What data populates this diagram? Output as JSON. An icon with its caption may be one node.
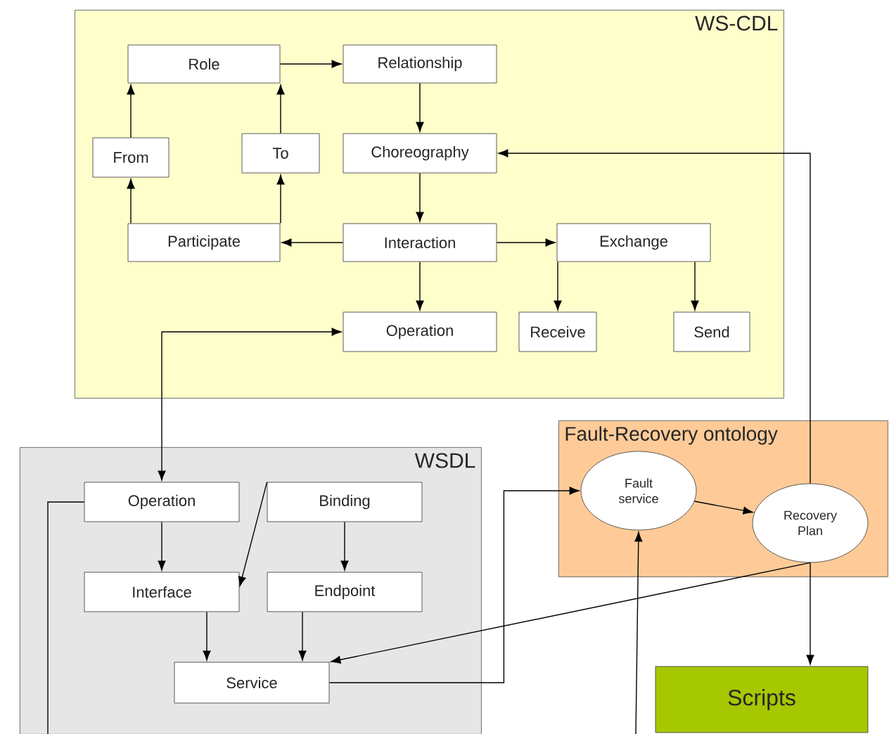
{
  "diagram": {
    "nodes": [
      {
        "text": [
          "WS-CDL"
        ]
      },
      {
        "text": [
          "Role"
        ],
        "in": 0
      },
      {
        "text": [
          "Relationship"
        ],
        "in": 0
      },
      {
        "text": [
          "From"
        ],
        "in": 0
      },
      {
        "text": [
          "To"
        ],
        "in": 0
      },
      {
        "text": [
          "Choreography"
        ],
        "in": 0
      },
      {
        "text": [
          "Participate"
        ],
        "in": 0
      },
      {
        "text": [
          "Interaction"
        ],
        "in": 0
      },
      {
        "text": [
          "Exchange"
        ],
        "in": 0
      },
      {
        "text": [
          "Operation"
        ],
        "in": 0
      },
      {
        "text": [
          "Receive"
        ],
        "in": 0
      },
      {
        "text": [
          "Send"
        ],
        "in": 0
      },
      {
        "text": [
          "WSDL"
        ]
      },
      {
        "text": [
          "Operation"
        ],
        "in": 12
      },
      {
        "text": [
          "Binding"
        ],
        "in": 12
      },
      {
        "text": [
          "Interface"
        ],
        "in": 12
      },
      {
        "text": [
          "Endpoint"
        ],
        "in": 12
      },
      {
        "text": [
          "Service"
        ],
        "in": 12
      },
      {
        "text": [
          "Fault-Recovery ontology"
        ]
      },
      {
        "text": [
          "Fault service"
        ],
        "in": 18
      },
      {
        "text": [
          "Recovery Plan"
        ],
        "in": 18
      },
      {
        "text": [
          "Scripts"
        ]
      }
    ],
    "edges": [
      {
        "from": 1,
        "to": 2,
        "arrow": "to"
      },
      {
        "from": 3,
        "to": 1,
        "arrow": "to"
      },
      {
        "from": 4,
        "to": 1,
        "arrow": "to"
      },
      {
        "from": 2,
        "to": 5,
        "arrow": "to"
      },
      {
        "from": 6,
        "to": 3,
        "arrow": "to"
      },
      {
        "from": 6,
        "to": 4,
        "arrow": "to"
      },
      {
        "from": 5,
        "to": 7,
        "arrow": "to"
      },
      {
        "from": 7,
        "to": 6,
        "arrow": "to"
      },
      {
        "from": 7,
        "to": 8,
        "arrow": "to"
      },
      {
        "from": 7,
        "to": 9,
        "arrow": "to"
      },
      {
        "from": 8,
        "to": 10,
        "arrow": "to"
      },
      {
        "from": 8,
        "to": 11,
        "arrow": "to"
      },
      {
        "from": 20,
        "to": 5,
        "arrow": "to"
      },
      {
        "from": 13,
        "to": 9,
        "arrow": "both"
      },
      {
        "from": 13,
        "to": 15,
        "arrow": "to"
      },
      {
        "from": 14,
        "to": 16,
        "arrow": "to"
      },
      {
        "from": 14,
        "to": 15,
        "arrow": "to"
      },
      {
        "from": 15,
        "to": 17,
        "arrow": "to"
      },
      {
        "from": 16,
        "to": 17,
        "arrow": "to"
      },
      {
        "from": 17,
        "to": 19,
        "arrow": "to"
      },
      {
        "from": 19,
        "to": 20,
        "arrow": "to"
      },
      {
        "from": 20,
        "to": 17,
        "arrow": "to"
      },
      {
        "from": 20,
        "to": 21,
        "arrow": "to"
      },
      {
        "from": 13,
        "to": null,
        "arrow": "none"
      },
      {
        "from": null,
        "to": 19,
        "arrow": "to"
      }
    ]
  }
}
